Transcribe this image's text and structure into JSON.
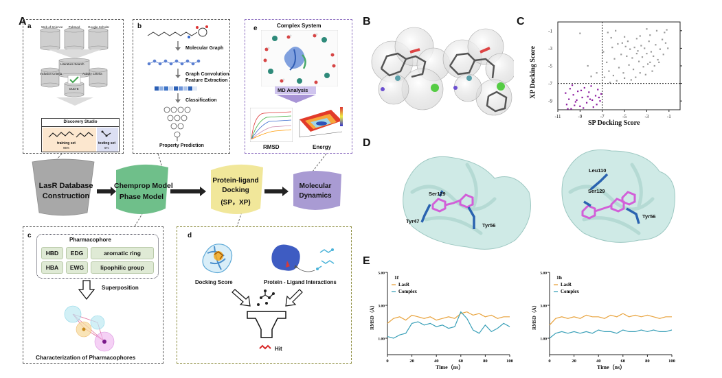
{
  "panel_letters": {
    "A": "A",
    "B": "B",
    "C": "C",
    "D": "D",
    "E": "E"
  },
  "sub_letters": {
    "a": "a",
    "b": "b",
    "c": "c",
    "d": "d",
    "e": "e"
  },
  "panel_a": {
    "db_labels": [
      "Web of Science",
      "Pubmed",
      "Google Scholar"
    ],
    "literature_search": "Literature Search",
    "inclusion_criteria": "Inclusion Criteria",
    "activity_criteria": "Activity Criteria",
    "dud_e": "DUD-E",
    "discovery_studio": "Discovery Studio",
    "training_set": "training set",
    "training_pct": "95%",
    "testing_set": "testing set",
    "testing_pct": "5%"
  },
  "panel_b": {
    "step1": "Molecular Graph",
    "step2a": "Graph Convolution",
    "step2b": "Feature Extraction",
    "step3": "Classification",
    "output": "Property Prediction"
  },
  "panel_e_box": {
    "title": "Complex System",
    "md_analysis": "MD Analysis",
    "rmsd": "RMSD",
    "energy": "Energy"
  },
  "flow": {
    "stage1": [
      "LasR Database",
      "Construction"
    ],
    "stage2": [
      "Chemprop Model",
      "Phase Model"
    ],
    "stage3": [
      "Protein-ligand",
      "Docking",
      "(SP，XP)"
    ],
    "stage4": [
      "Molecular",
      "Dynamics"
    ],
    "colors": {
      "stage1": "#a8a8a8",
      "stage2": "#6fbf8a",
      "stage3": "#f1e79a",
      "stage4": "#a99bd3"
    }
  },
  "panel_c": {
    "title": "Pharmacophore",
    "features": [
      "HBD",
      "EDG",
      "aromatic ring",
      "HBA",
      "EWG",
      "lipophilic group"
    ],
    "superposition": "Superposition",
    "caption": "Characterization of Pharmacophores"
  },
  "panel_d": {
    "docking_score": "Docking Score",
    "interactions": "Protein - Ligand Interactions",
    "hit": "Hit"
  },
  "panel_D_struct": {
    "left": [
      "Ser129",
      "Tyr47",
      "Tyr56"
    ],
    "right": [
      "Leu110",
      "Ser129",
      "Tyr56"
    ]
  },
  "chart_data": [
    {
      "type": "scatter",
      "xlabel": "SP Docking Score",
      "ylabel": "XP Docking Score",
      "x_ticks": [
        "-11",
        "-9",
        "-7",
        "-5",
        "-3",
        "-1"
      ],
      "y_ticks": [
        "-1",
        "-3",
        "-5",
        "-7",
        "-9"
      ],
      "xlim": [
        -11,
        0
      ],
      "ylim": [
        -10,
        0
      ],
      "thresholds": {
        "x": -7,
        "y": -7
      },
      "series": [
        {
          "color": "#9a9a9a",
          "points": [
            [
              -6.5,
              -1.2
            ],
            [
              -6.2,
              -1.8
            ],
            [
              -5.8,
              -1.0
            ],
            [
              -5.2,
              -2.4
            ],
            [
              -4.9,
              -2.8
            ],
            [
              -4.5,
              -3.1
            ],
            [
              -4.1,
              -2.9
            ],
            [
              -3.8,
              -3.3
            ],
            [
              -3.5,
              -2.7
            ],
            [
              -3.2,
              -3.0
            ],
            [
              -3.0,
              -3.6
            ],
            [
              -2.8,
              -2.2
            ],
            [
              -2.6,
              -3.4
            ],
            [
              -2.4,
              -3.9
            ],
            [
              -2.2,
              -2.6
            ],
            [
              -2.0,
              -4.3
            ],
            [
              -1.8,
              -3.1
            ],
            [
              -1.6,
              -2.0
            ],
            [
              -1.4,
              -1.2
            ],
            [
              -1.2,
              -0.9
            ],
            [
              -2.9,
              -4.8
            ],
            [
              -3.3,
              -5.1
            ],
            [
              -3.7,
              -4.5
            ],
            [
              -4.2,
              -5.4
            ],
            [
              -4.6,
              -4.9
            ],
            [
              -5.1,
              -5.8
            ],
            [
              -5.5,
              -5.2
            ],
            [
              -6.0,
              -6.1
            ],
            [
              -6.4,
              -5.6
            ],
            [
              -6.8,
              -6.3
            ],
            [
              -5.9,
              -4.2
            ],
            [
              -5.3,
              -3.7
            ],
            [
              -4.8,
              -3.9
            ],
            [
              -4.3,
              -4.1
            ],
            [
              -3.9,
              -3.6
            ],
            [
              -3.4,
              -4.0
            ],
            [
              -2.7,
              -4.6
            ],
            [
              -2.3,
              -5.0
            ],
            [
              -1.9,
              -4.6
            ],
            [
              -1.5,
              -3.7
            ],
            [
              -2.5,
              -5.6
            ],
            [
              -3.1,
              -6.0
            ],
            [
              -3.6,
              -5.8
            ],
            [
              -4.0,
              -6.3
            ],
            [
              -4.4,
              -6.6
            ],
            [
              -5.0,
              -6.4
            ],
            [
              -5.7,
              -6.7
            ],
            [
              -6.3,
              -6.9
            ],
            [
              -6.6,
              -4.6
            ],
            [
              -6.9,
              -3.4
            ],
            [
              -7.5,
              -5.8
            ],
            [
              -8.0,
              -6.2
            ],
            [
              -8.3,
              -5.0
            ],
            [
              -9.0,
              -1.3
            ],
            [
              -6.1,
              -2.9
            ],
            [
              -5.6,
              -2.5
            ],
            [
              -4.7,
              -2.2
            ],
            [
              -3.6,
              -1.6
            ],
            [
              -3.0,
              -0.8
            ],
            [
              -2.1,
              -1.0
            ],
            [
              -1.3,
              -2.4
            ],
            [
              -1.1,
              -3.0
            ],
            [
              -2.7,
              -1.5
            ],
            [
              -3.9,
              -1.9
            ],
            [
              -5.0,
              -1.7
            ]
          ]
        },
        {
          "color": "#8b1a9e",
          "points": [
            [
              -10.2,
              -9.4
            ],
            [
              -10.0,
              -8.8
            ],
            [
              -9.8,
              -9.9
            ],
            [
              -9.6,
              -8.3
            ],
            [
              -9.4,
              -9.1
            ],
            [
              -9.2,
              -7.9
            ],
            [
              -9.0,
              -9.6
            ],
            [
              -8.8,
              -8.6
            ],
            [
              -8.6,
              -7.5
            ],
            [
              -8.4,
              -9.2
            ],
            [
              -8.2,
              -8.0
            ],
            [
              -8.0,
              -7.3
            ],
            [
              -7.8,
              -9.7
            ],
            [
              -7.6,
              -8.4
            ],
            [
              -7.4,
              -7.7
            ],
            [
              -7.2,
              -9.0
            ],
            [
              -7.1,
              -8.2
            ],
            [
              -9.9,
              -7.6
            ],
            [
              -9.3,
              -8.9
            ],
            [
              -8.7,
              -9.8
            ],
            [
              -8.1,
              -8.8
            ],
            [
              -7.5,
              -9.4
            ],
            [
              -10.3,
              -8.1
            ],
            [
              -9.7,
              -7.2
            ],
            [
              -8.9,
              -7.8
            ],
            [
              -8.3,
              -8.5
            ],
            [
              -7.9,
              -8.9
            ],
            [
              -7.3,
              -8.6
            ],
            [
              -10.1,
              -9.9
            ],
            [
              -9.5,
              -9.5
            ]
          ]
        }
      ]
    },
    {
      "type": "line",
      "title": "1f",
      "xlabel": "Time（ns）",
      "ylabel": "RMSD（Å）",
      "x_ticks": [
        "0",
        "20",
        "40",
        "60",
        "80",
        "100"
      ],
      "y_ticks": [
        "1.00",
        "3.00",
        "5.00"
      ],
      "xlim": [
        0,
        100
      ],
      "ylim": [
        0,
        5
      ],
      "series": [
        {
          "name": "LasR",
          "color": "#e8a23b",
          "x": [
            0,
            5,
            10,
            15,
            20,
            25,
            30,
            35,
            40,
            45,
            50,
            55,
            60,
            65,
            70,
            75,
            80,
            85,
            90,
            95,
            100
          ],
          "y": [
            1.9,
            2.2,
            2.3,
            2.1,
            2.4,
            2.3,
            2.2,
            2.3,
            2.1,
            2.2,
            2.3,
            2.2,
            2.5,
            2.6,
            2.4,
            2.5,
            2.3,
            2.4,
            2.2,
            2.3,
            2.3
          ]
        },
        {
          "name": "Complex",
          "color": "#3aa0b8",
          "x": [
            0,
            5,
            10,
            15,
            20,
            25,
            30,
            35,
            40,
            45,
            50,
            55,
            60,
            65,
            70,
            75,
            80,
            85,
            90,
            95,
            100
          ],
          "y": [
            1.1,
            1.0,
            1.2,
            1.3,
            1.9,
            2.0,
            1.8,
            1.9,
            1.7,
            1.8,
            1.6,
            1.7,
            2.6,
            2.2,
            1.5,
            1.3,
            1.8,
            1.4,
            1.6,
            1.9,
            1.7
          ]
        }
      ]
    },
    {
      "type": "line",
      "title": "1h",
      "xlabel": "Time（ns）",
      "ylabel": "RMSD（Å）",
      "x_ticks": [
        "0",
        "20",
        "40",
        "60",
        "80",
        "100"
      ],
      "y_ticks": [
        "1.00",
        "3.00",
        "5.00"
      ],
      "xlim": [
        0,
        100
      ],
      "ylim": [
        0,
        5
      ],
      "series": [
        {
          "name": "LasR",
          "color": "#e8a23b",
          "x": [
            0,
            5,
            10,
            15,
            20,
            25,
            30,
            35,
            40,
            45,
            50,
            55,
            60,
            65,
            70,
            75,
            80,
            85,
            90,
            95,
            100
          ],
          "y": [
            1.8,
            2.2,
            2.3,
            2.2,
            2.3,
            2.2,
            2.4,
            2.3,
            2.3,
            2.2,
            2.4,
            2.3,
            2.5,
            2.3,
            2.4,
            2.3,
            2.4,
            2.3,
            2.2,
            2.3,
            2.3
          ]
        },
        {
          "name": "Complex",
          "color": "#3aa0b8",
          "x": [
            0,
            5,
            10,
            15,
            20,
            25,
            30,
            35,
            40,
            45,
            50,
            55,
            60,
            65,
            70,
            75,
            80,
            85,
            90,
            95,
            100
          ],
          "y": [
            1.0,
            1.3,
            1.4,
            1.3,
            1.4,
            1.3,
            1.4,
            1.3,
            1.5,
            1.4,
            1.4,
            1.3,
            1.5,
            1.4,
            1.4,
            1.5,
            1.4,
            1.5,
            1.4,
            1.4,
            1.5
          ]
        }
      ]
    }
  ]
}
